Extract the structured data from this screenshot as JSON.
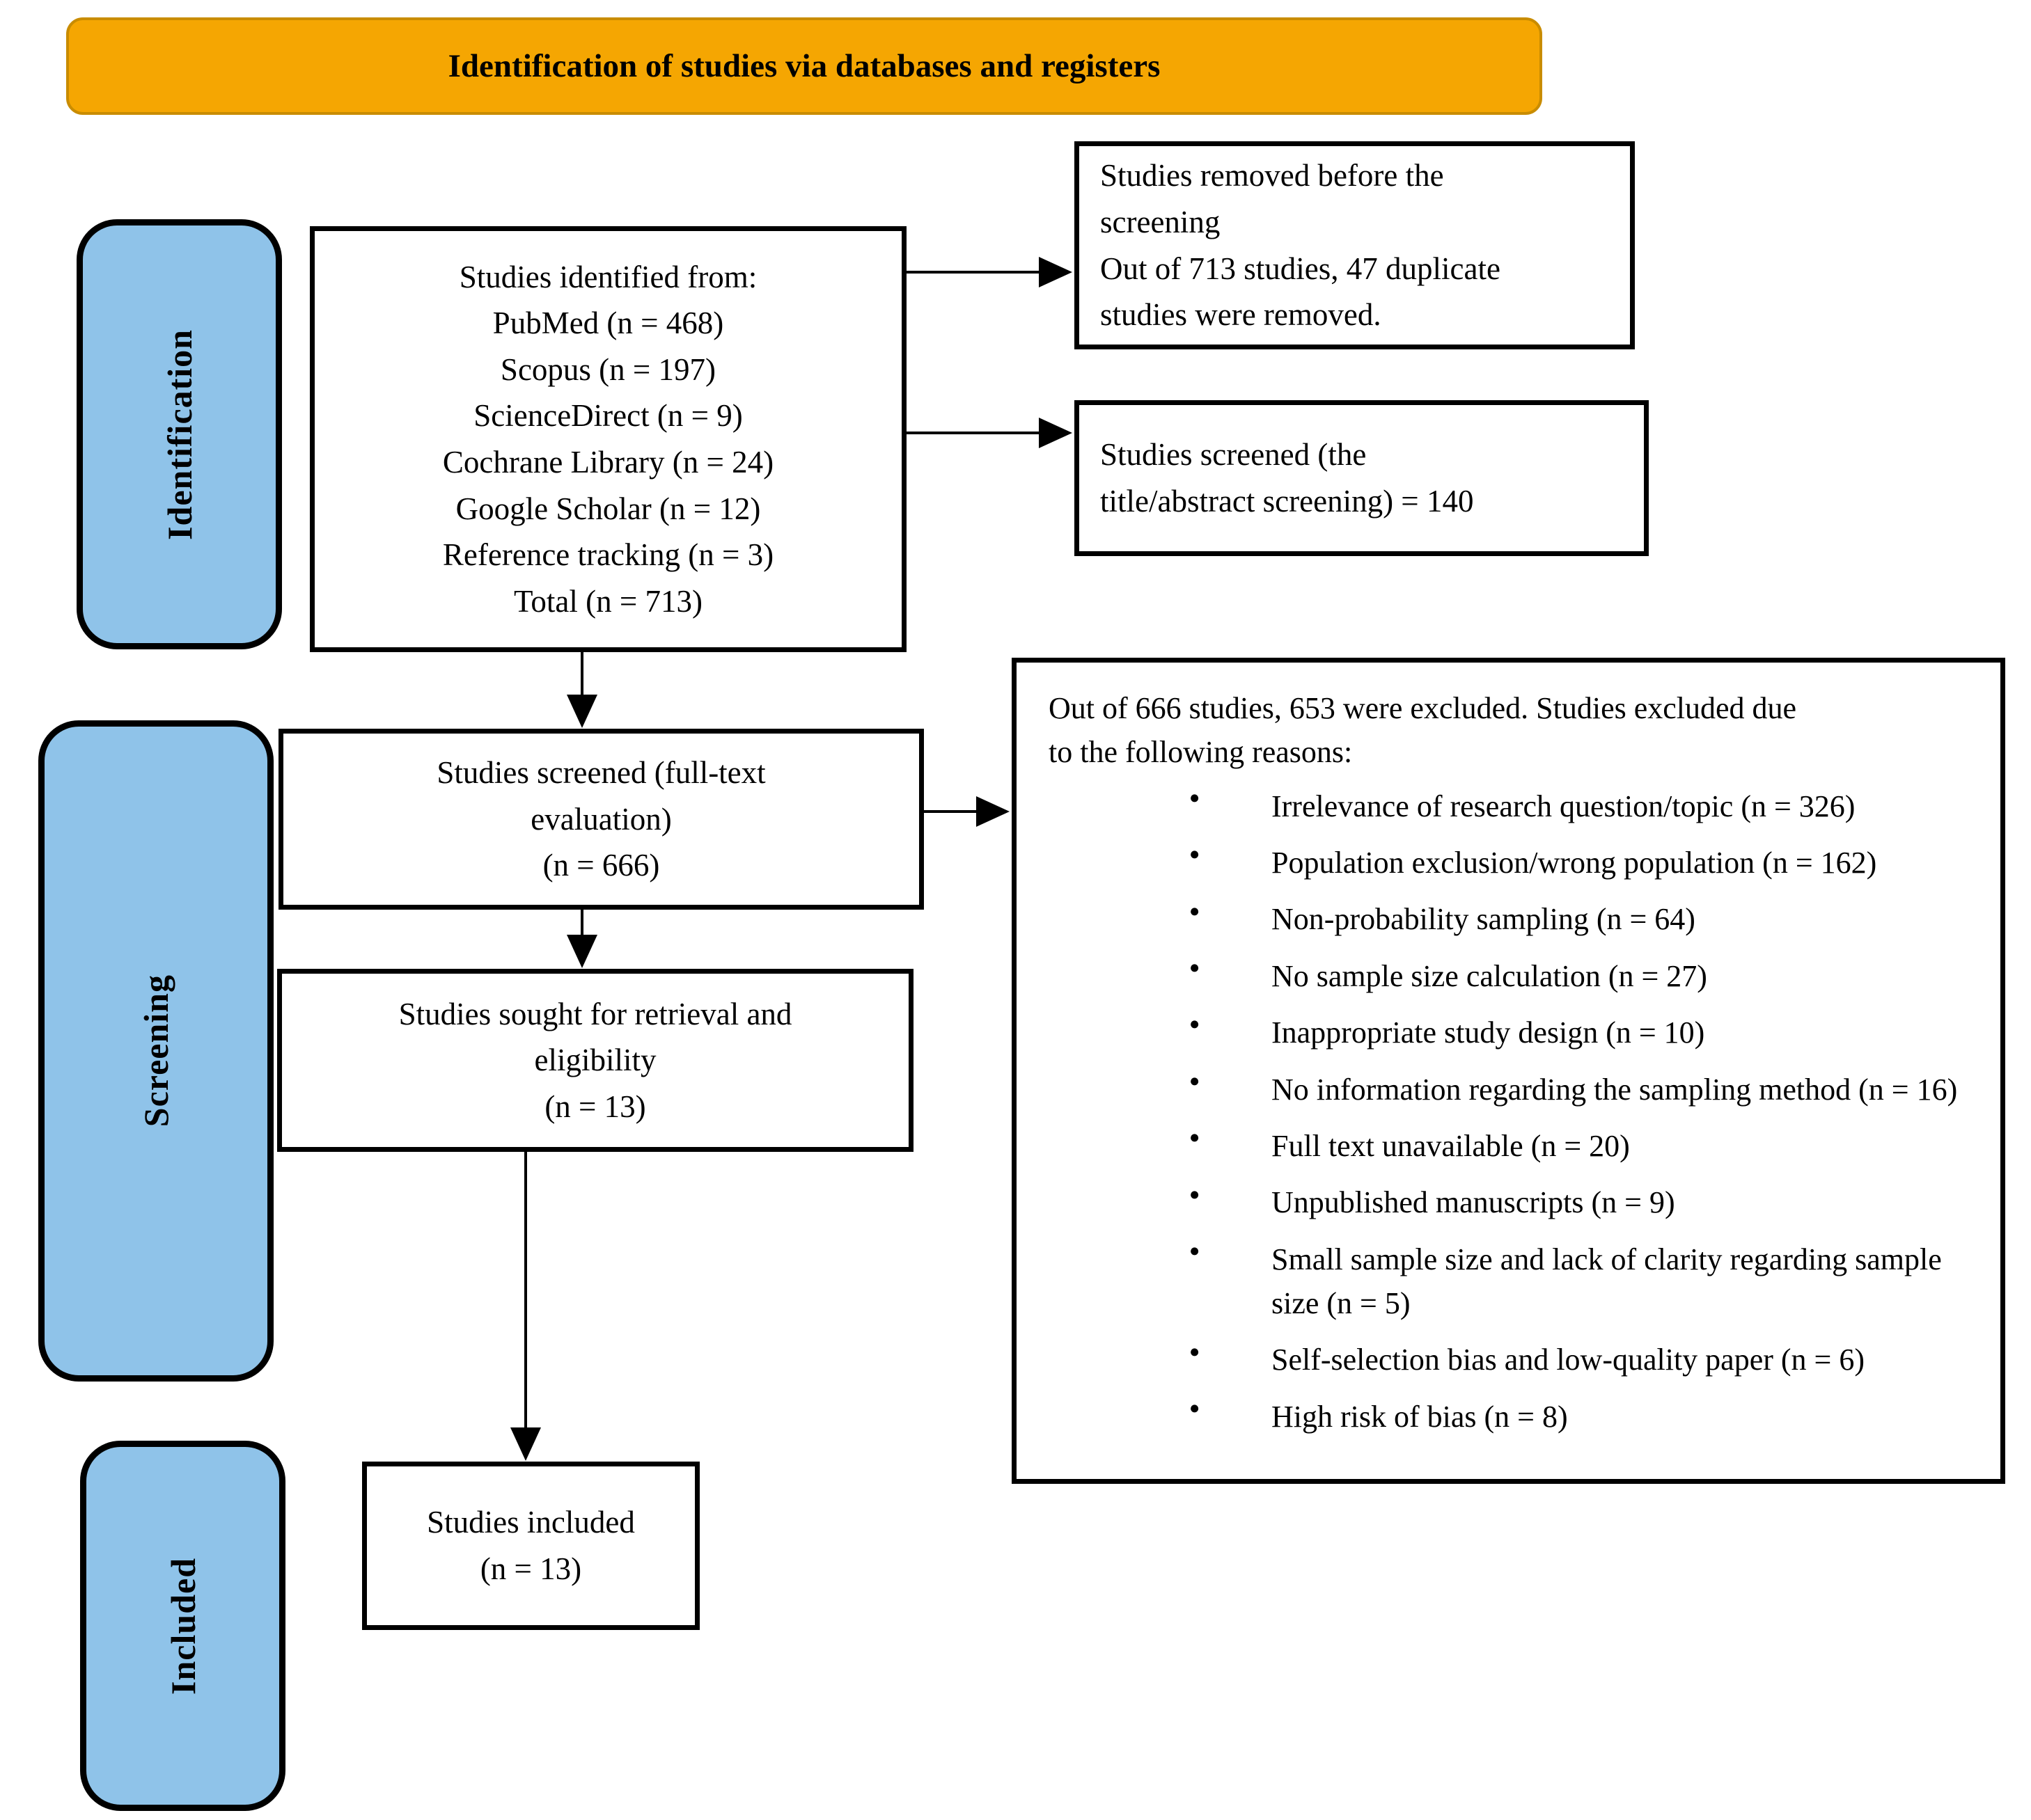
{
  "banner": {
    "title": "Identification of studies via databases and registers"
  },
  "sidebar": {
    "identification_label": "Identification",
    "screening_label": "Screening",
    "included_label": "Included"
  },
  "identified_box": {
    "lines": [
      "Studies identified from:",
      "PubMed (n = 468)",
      "Scopus (n = 197)",
      "ScienceDirect (n = 9)",
      "Cochrane Library (n = 24)",
      "Google Scholar (n = 12)",
      "Reference tracking (n = 3)",
      "Total (n = 713)"
    ]
  },
  "removed_box": {
    "lines": [
      "Studies removed before the",
      "screening",
      "Out of 713 studies, 47 duplicate",
      "studies were removed."
    ]
  },
  "screened_title_abstract_box": {
    "lines": [
      "Studies screened (the",
      "title/abstract screening) = 140"
    ]
  },
  "fulltext_box": {
    "lines": [
      "Studies screened (full-text",
      "evaluation)",
      "(n = 666)"
    ]
  },
  "sought_box": {
    "lines": [
      "Studies sought for retrieval and",
      "eligibility",
      "(n = 13)"
    ]
  },
  "included_box": {
    "lines": [
      "Studies included",
      "(n = 13)"
    ]
  },
  "exclusion_box": {
    "intro_lines": [
      "Out of 666 studies, 653 were excluded. Studies excluded due",
      "to the following reasons:"
    ],
    "reasons": [
      "Irrelevance of research question/topic (n = 326)",
      "Population exclusion/wrong population (n = 162)",
      "Non-probability sampling (n = 64)",
      "No sample size calculation (n = 27)",
      "Inappropriate study design (n = 10)",
      "No information regarding the sampling method (n = 16)",
      "Full text unavailable (n = 20)",
      "Unpublished manuscripts (n = 9)",
      "Small sample size and lack of clarity regarding sample size (n = 5)",
      "Self-selection bias and low-quality paper (n = 6)",
      "High risk of bias (n = 8)"
    ]
  },
  "colors": {
    "banner_fill": "#f5a602",
    "banner_border": "#c98c00",
    "stage_fill": "#8fc3e9",
    "box_border": "#000000"
  }
}
